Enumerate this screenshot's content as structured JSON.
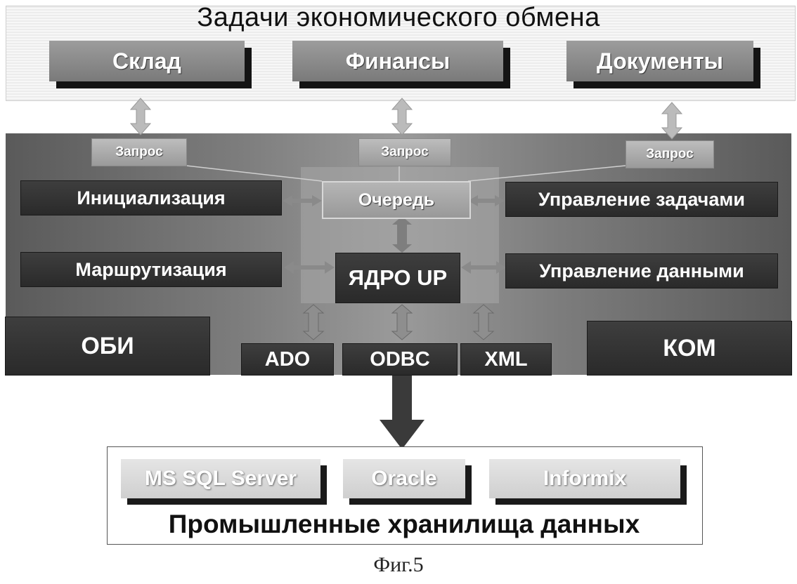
{
  "top": {
    "title": "Задачи экономического обмена",
    "boxes": [
      "Склад",
      "Финансы",
      "Документы"
    ]
  },
  "middle": {
    "requests": [
      "Запрос",
      "Запрос",
      "Запрос"
    ],
    "queue": "Очередь",
    "core": "ЯДРО UP",
    "left_modules": [
      "Инициализация",
      "Маршрутизация"
    ],
    "right_modules": [
      "Управление задачами",
      "Управление данными"
    ],
    "obi": "ОБИ",
    "kom": "КОМ",
    "connectors": [
      "ADO",
      "ODBC",
      "XML"
    ]
  },
  "bottom": {
    "databases": [
      "MS SQL Server",
      "Oracle",
      "Informix"
    ],
    "title": "Промышленные хранилища данных"
  },
  "caption": "Фиг.5"
}
